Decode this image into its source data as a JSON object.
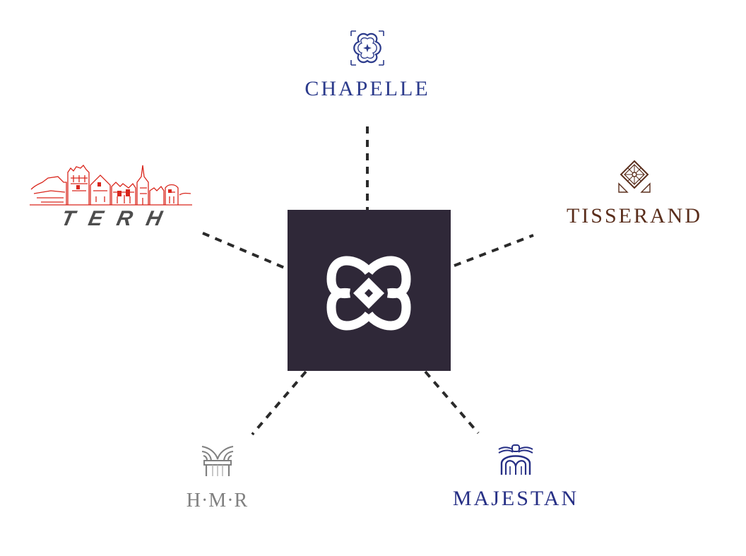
{
  "diagram": {
    "type": "hub-and-spoke",
    "hub": {
      "label": "",
      "icon": "quatrefoil-diamond-logo",
      "background": "#2f2838",
      "icon_color": "#ffffff"
    },
    "connector": {
      "style": "dashed",
      "color": "#2a2a2a"
    },
    "brands": [
      {
        "id": "chapelle",
        "name": "CHAPELLE",
        "icon": "quatrefoil-tile-icon",
        "color": "#2c3b8c",
        "position": "top"
      },
      {
        "id": "tisserand",
        "name": "TISSERAND",
        "icon": "diamond-lattice-icon",
        "color": "#5a2e1c",
        "position": "right"
      },
      {
        "id": "majestan",
        "name": "MAJESTAN",
        "icon": "arched-gate-icon",
        "color": "#262f85",
        "position": "bottom-right"
      },
      {
        "id": "hmr",
        "name": "H·M·R",
        "icon": "fountain-column-icon",
        "color": "#808080",
        "position": "bottom-left"
      },
      {
        "id": "terh",
        "name": "TERH",
        "icon": "city-skyline-icon",
        "color": "#4d4d4d",
        "icon_color": "#d9261c",
        "position": "left"
      }
    ]
  }
}
